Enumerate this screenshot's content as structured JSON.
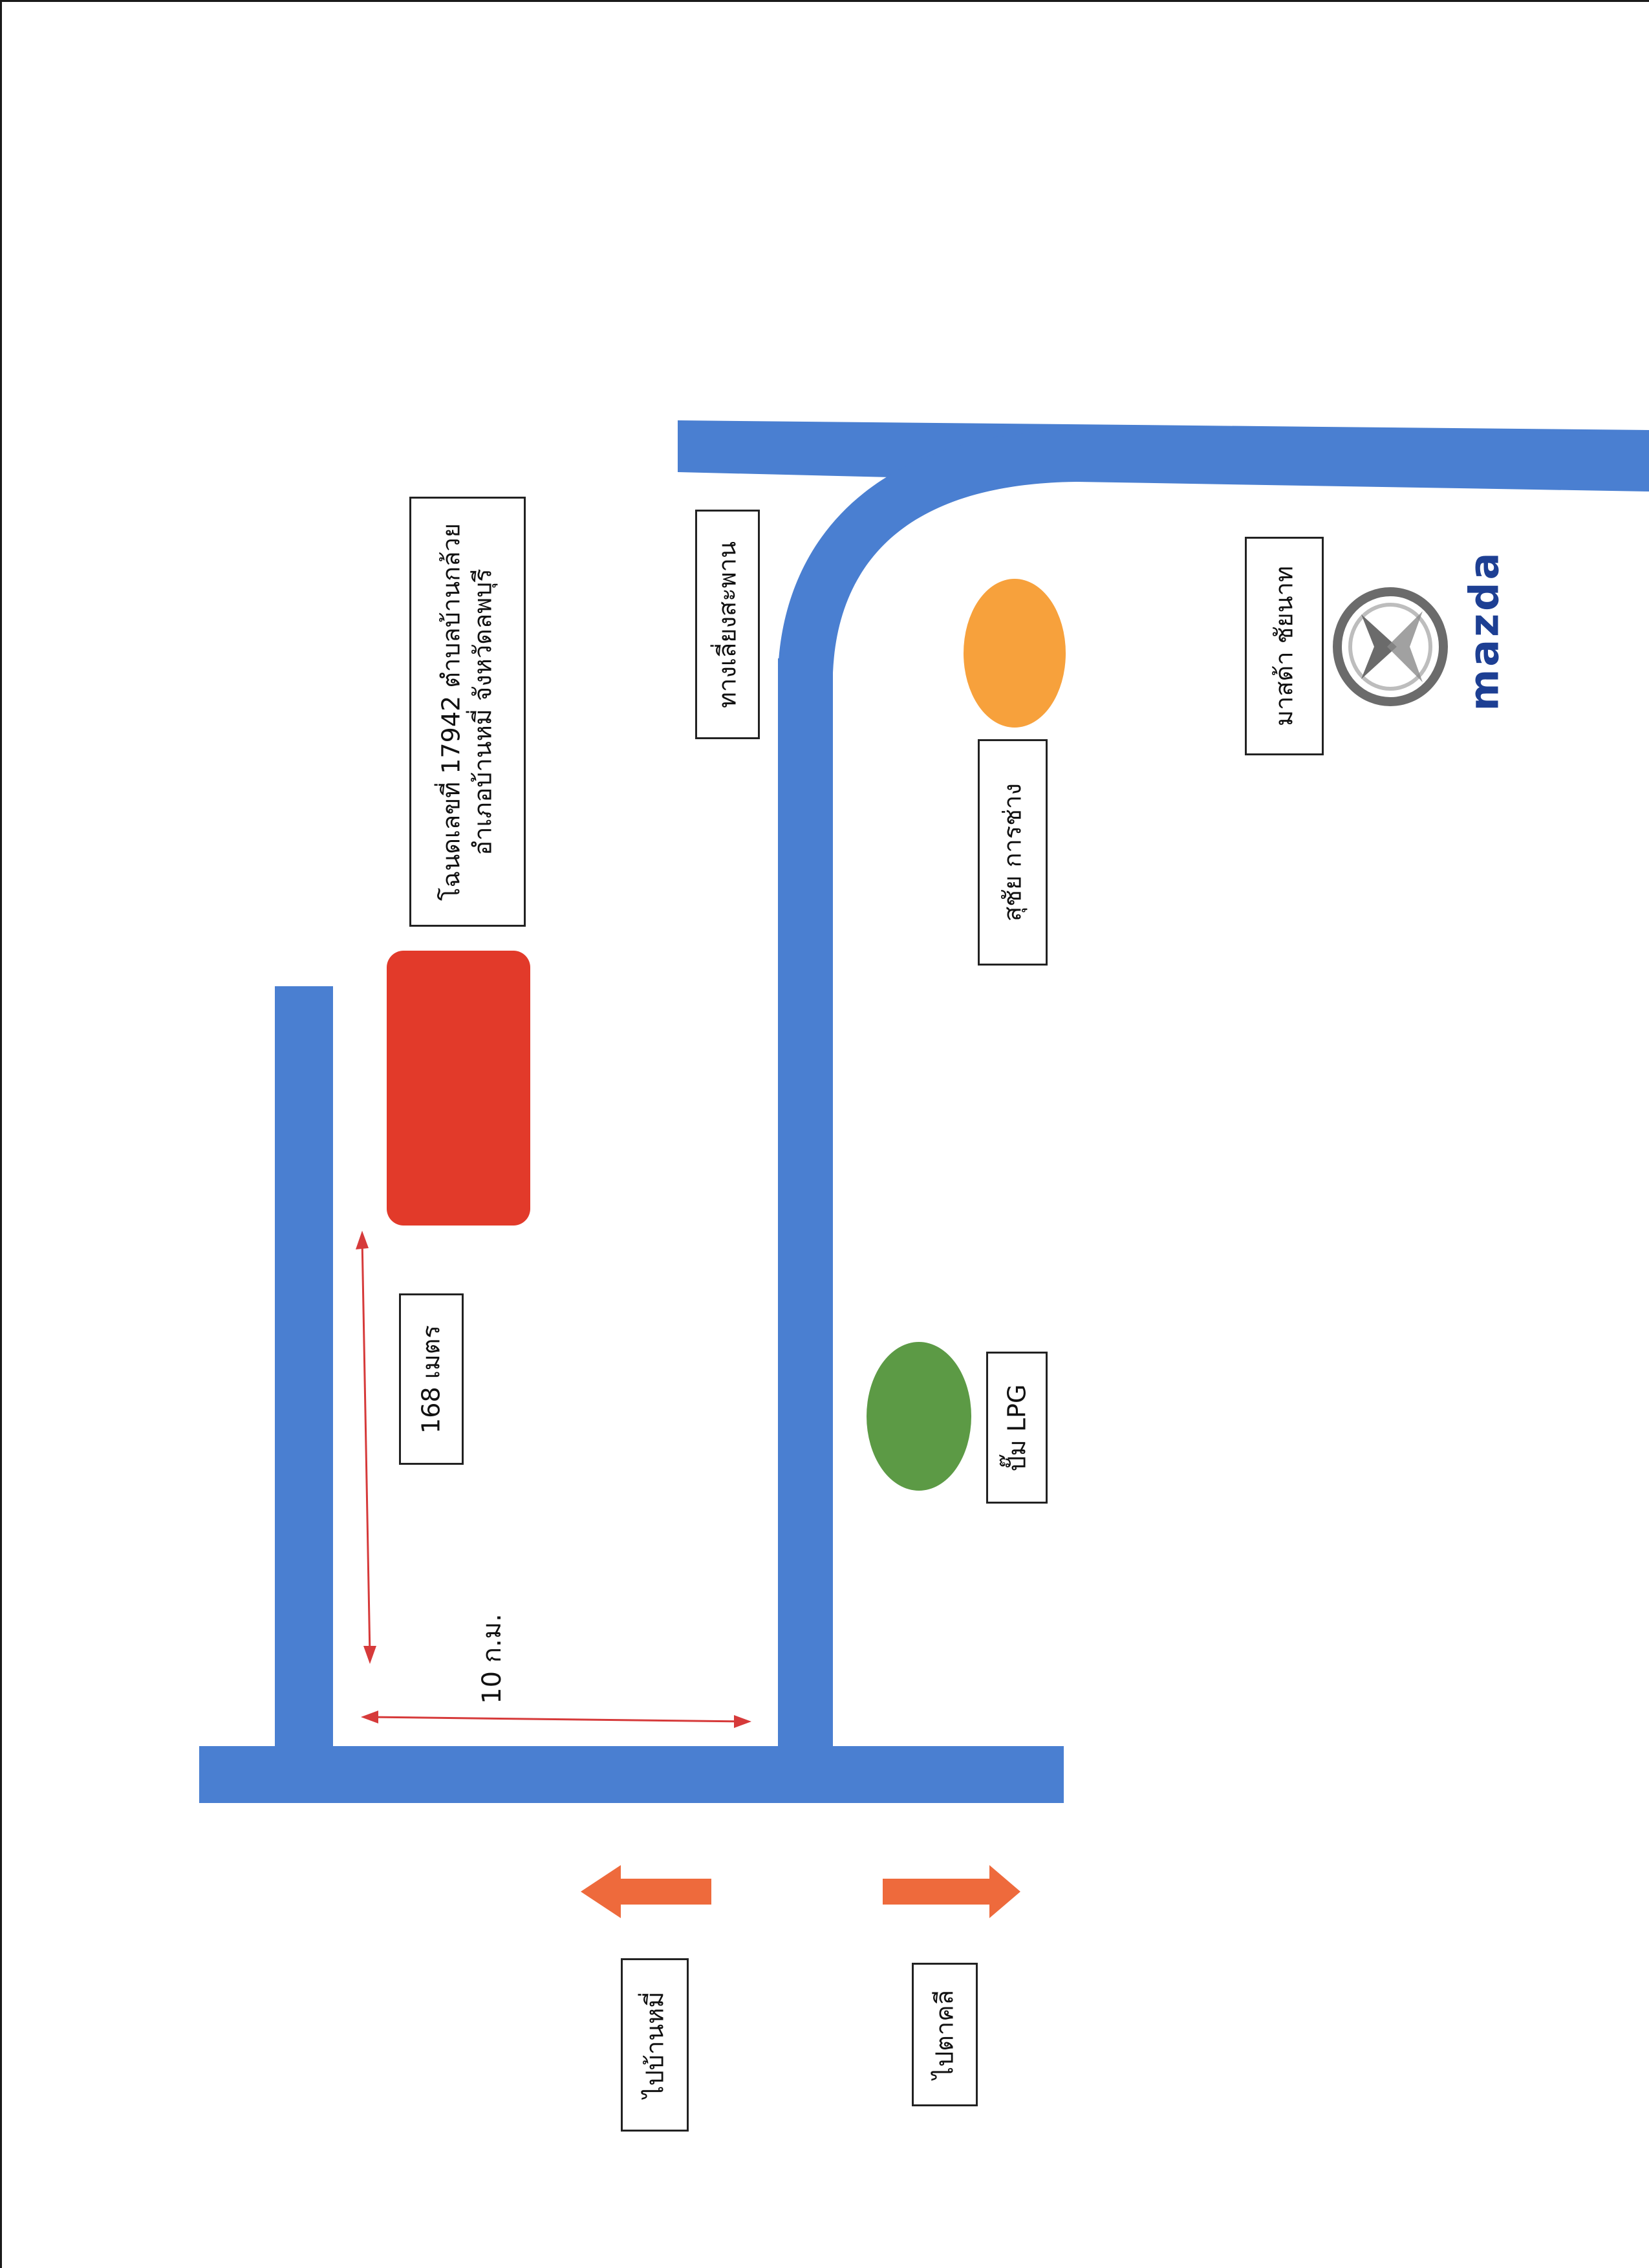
{
  "map": {
    "labels": {
      "deed_line1": "โฉนดเลขที่ 17942 ตำบลบ้านกล้วย",
      "deed_line2": "อำเภอบ้านหมี่ จังหวัดลพบุรี",
      "bridge_road": "ทางเลี่ยงสะพาน",
      "garage": "สุชัย การช่าง",
      "mazda_dealer": "มาสด้า ชัยนาท",
      "lpg_station": "ปั๊ม LPG",
      "distance_168": "168  เมตร",
      "distance_10": "10 ก.ม.",
      "to_ban_mi": "ไปบ้านหมี่",
      "to_takhli": "ไปตาคลี",
      "mazda_logo_text": "mazda"
    },
    "colors": {
      "road": "#4a7fd1",
      "plot": "#e23a2a",
      "garage_marker": "#f7a13c",
      "lpg_marker": "#5c9a45",
      "arrow_orange": "#ee6a3c",
      "measure_red": "#d63a3a",
      "mazda_blue": "#1d3f93"
    }
  }
}
